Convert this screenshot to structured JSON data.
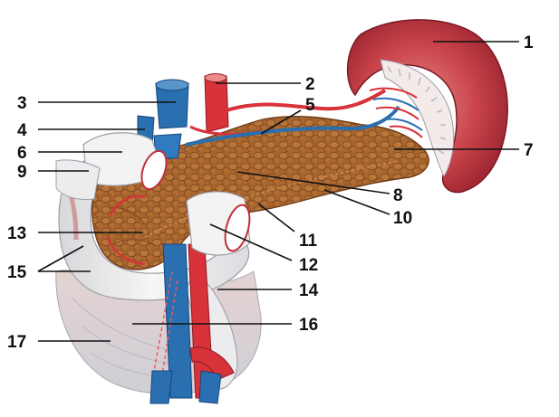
{
  "labels": [
    {
      "id": "1",
      "text": "1"
    },
    {
      "id": "2",
      "text": "2"
    },
    {
      "id": "3",
      "text": "3"
    },
    {
      "id": "4",
      "text": "4"
    },
    {
      "id": "5",
      "text": "5"
    },
    {
      "id": "6",
      "text": "6"
    },
    {
      "id": "7",
      "text": "7"
    },
    {
      "id": "8",
      "text": "8"
    },
    {
      "id": "9",
      "text": "9"
    },
    {
      "id": "10",
      "text": "10"
    },
    {
      "id": "11",
      "text": "11"
    },
    {
      "id": "12",
      "text": "12"
    },
    {
      "id": "13",
      "text": "13"
    },
    {
      "id": "14",
      "text": "14"
    },
    {
      "id": "15",
      "text": "15"
    },
    {
      "id": "16",
      "text": "16"
    },
    {
      "id": "17",
      "text": "17"
    }
  ],
  "colors": {
    "spleen": "#b8313a",
    "spleen_light": "#e07a7a",
    "pancreas": "#a8662e",
    "pancreas_dark": "#7e4520",
    "artery": "#d8323a",
    "vein": "#2a6fb0",
    "duodenum": "#f2f2f2",
    "mesentery": "#d9d9dd",
    "line": "#111111"
  }
}
